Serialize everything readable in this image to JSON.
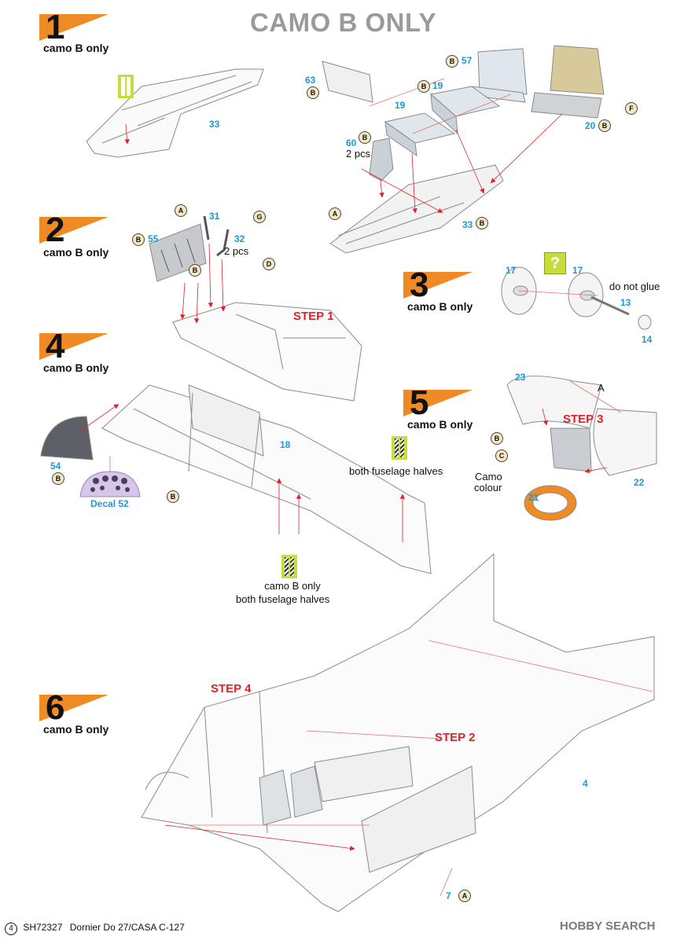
{
  "title": "CAMO B ONLY",
  "colors": {
    "step_flag": "#f08a24",
    "part_number": "#1a9ad6",
    "step_ref": "#e0202a",
    "glue": "#c8dc3b",
    "callout": "#f5e7c3"
  },
  "steps": [
    {
      "num": "1",
      "sub": "camo B only"
    },
    {
      "num": "2",
      "sub": "camo B only"
    },
    {
      "num": "3",
      "sub": "camo B only"
    },
    {
      "num": "4",
      "sub": "camo B only"
    },
    {
      "num": "5",
      "sub": "camo B only"
    },
    {
      "num": "6",
      "sub": "camo B only"
    }
  ],
  "parts": {
    "p33a": "33",
    "p63": "63",
    "p57": "57",
    "p19a": "19",
    "p19b": "19",
    "p60": "60",
    "p20": "20",
    "p33b": "33",
    "p31": "31",
    "p32": "32",
    "p55": "55",
    "p17a": "17",
    "p17b": "17",
    "p13": "13",
    "p14": "14",
    "p23": "23",
    "p18": "18",
    "p54": "54",
    "p22": "22",
    "p21": "21",
    "p4": "4",
    "p7": "7"
  },
  "callouts": {
    "c63": "B",
    "c57": "B",
    "c19": "B",
    "c60": "B",
    "cF": "F",
    "c20": "B",
    "cA1": "A",
    "c33": "B",
    "cA2": "A",
    "cG": "G",
    "c55": "B",
    "cB2": "B",
    "cD": "D",
    "c54": "B",
    "cB4": "B",
    "cB5": "B",
    "cC5": "C",
    "cA6": "A"
  },
  "notes": {
    "two_pcs_60": "2 pcs",
    "two_pcs_32": "2 pcs",
    "do_not_glue": "do not glue",
    "a_label": "A",
    "both_halves": "both fuselage halves",
    "camo_b_only_line": "camo B only",
    "both_halves_2": "both fuselage halves",
    "camo_line1": "Camo",
    "camo_line2": "colour",
    "decal": "Decal 52",
    "question": "?"
  },
  "step_refs": {
    "r1": "STEP 1",
    "r3": "STEP 3",
    "r4": "STEP 4",
    "r2": "STEP 2"
  },
  "footer": {
    "page": "4",
    "code": "SH72327",
    "name": "Dornier Do 27/CASA C-127"
  },
  "watermark": "HOBBY SEARCH"
}
